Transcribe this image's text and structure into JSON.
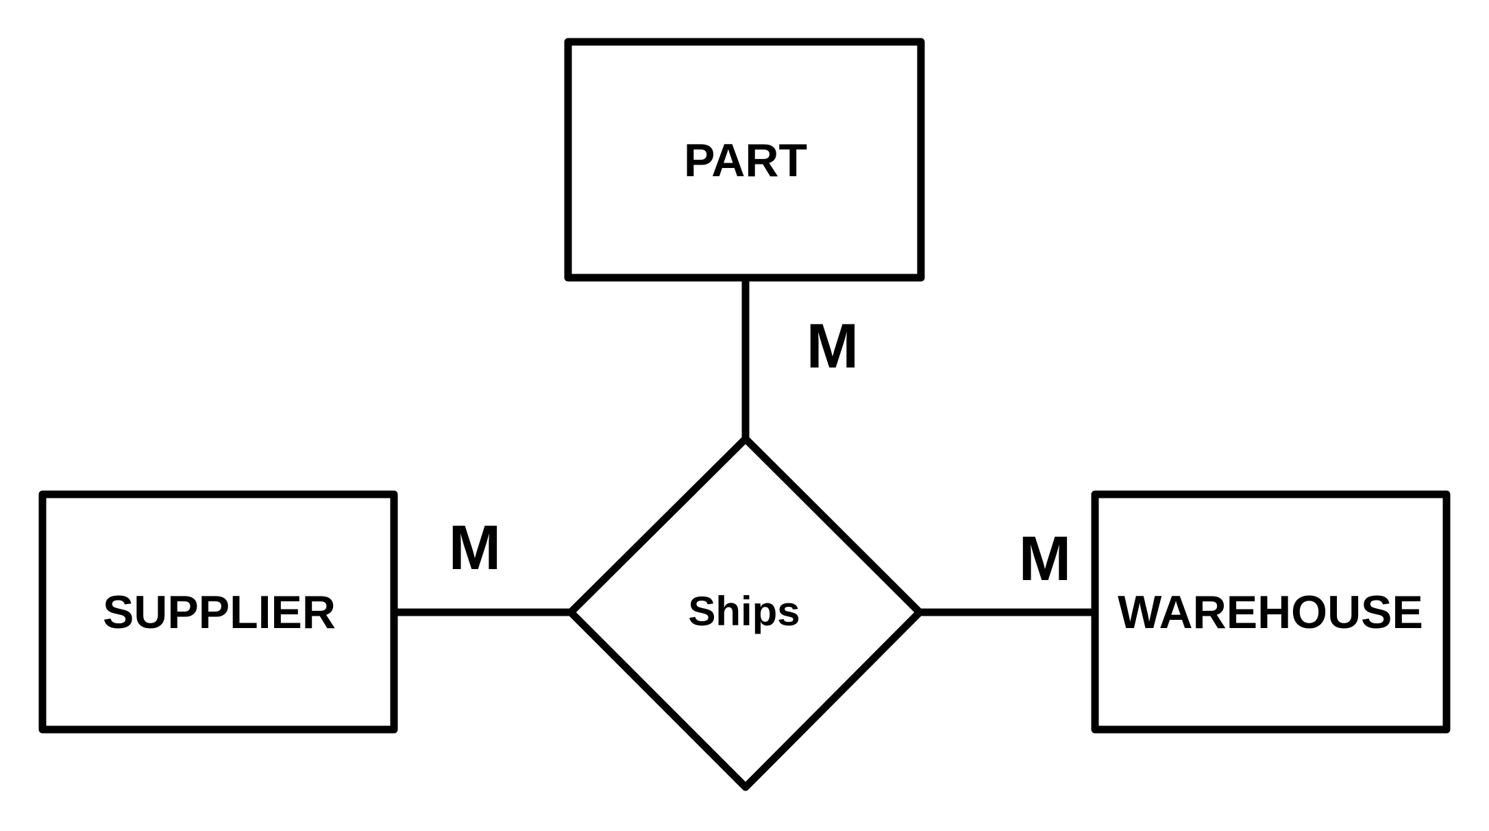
{
  "diagram": {
    "type": "er-diagram",
    "entities": {
      "part": "PART",
      "supplier": "SUPPLIER",
      "warehouse": "WAREHOUSE"
    },
    "relationship": "Ships",
    "cardinalities": {
      "part": "M",
      "supplier": "M",
      "warehouse": "M"
    },
    "colors": {
      "stroke": "#000000",
      "background": "#ffffff"
    }
  }
}
